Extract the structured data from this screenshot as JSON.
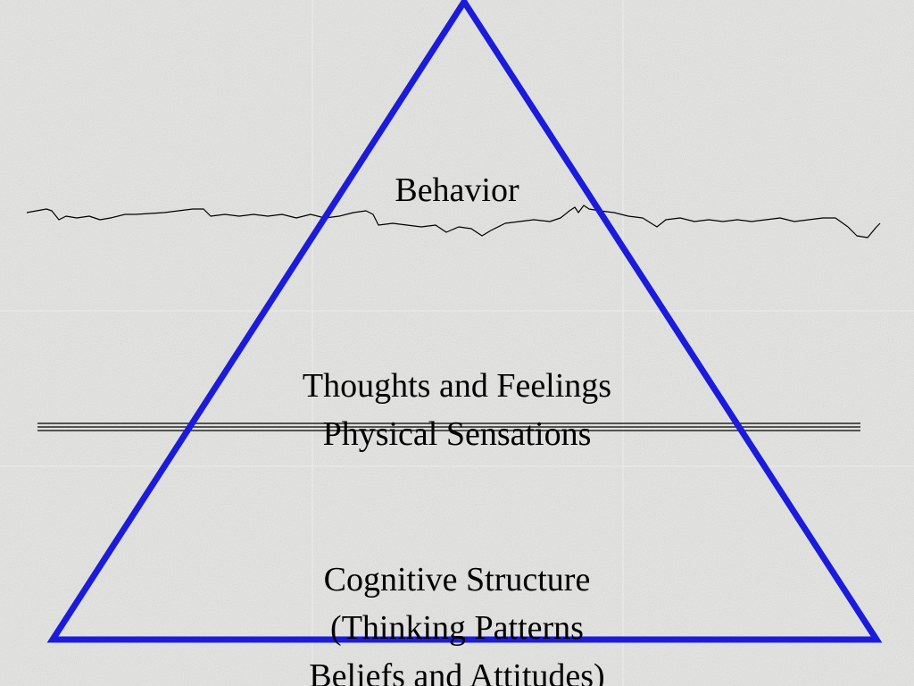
{
  "colors": {
    "triangle": "#1b1bdc",
    "waterline": "#000000",
    "background": "#e4e4e2"
  },
  "labels": {
    "top": "Behavior",
    "middle": [
      "Thoughts and Feelings",
      "Physical Sensations"
    ],
    "bottom": [
      "Cognitive Structure",
      "(Thinking Patterns",
      "Beliefs and Attitudes)"
    ]
  }
}
